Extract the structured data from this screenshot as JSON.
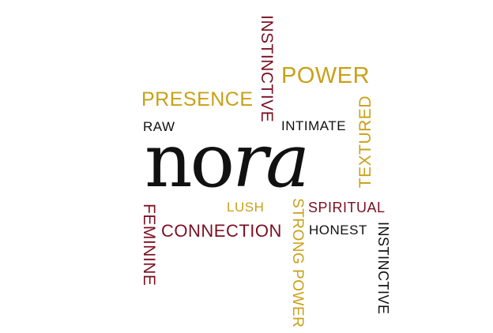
{
  "colors": {
    "gold": "#C9A017",
    "maroon": "#7A1022",
    "black": "#111111"
  },
  "logo": {
    "part1": "no",
    "part2": "ra"
  },
  "words": {
    "instinctive_top": "INSTINCTIVE",
    "power": "POWER",
    "presence": "PRESENCE",
    "raw": "RAW",
    "intimate": "INTIMATE",
    "textured": "TEXTURED",
    "lush": "LUSH",
    "spiritual": "SPIRITUAL",
    "feminine": "FEMININE",
    "connection": "CONNECTION",
    "strong_power": "STRONG POWER",
    "honest": "HONEST",
    "instinctive_bottom": "INSTINCTIVE"
  }
}
